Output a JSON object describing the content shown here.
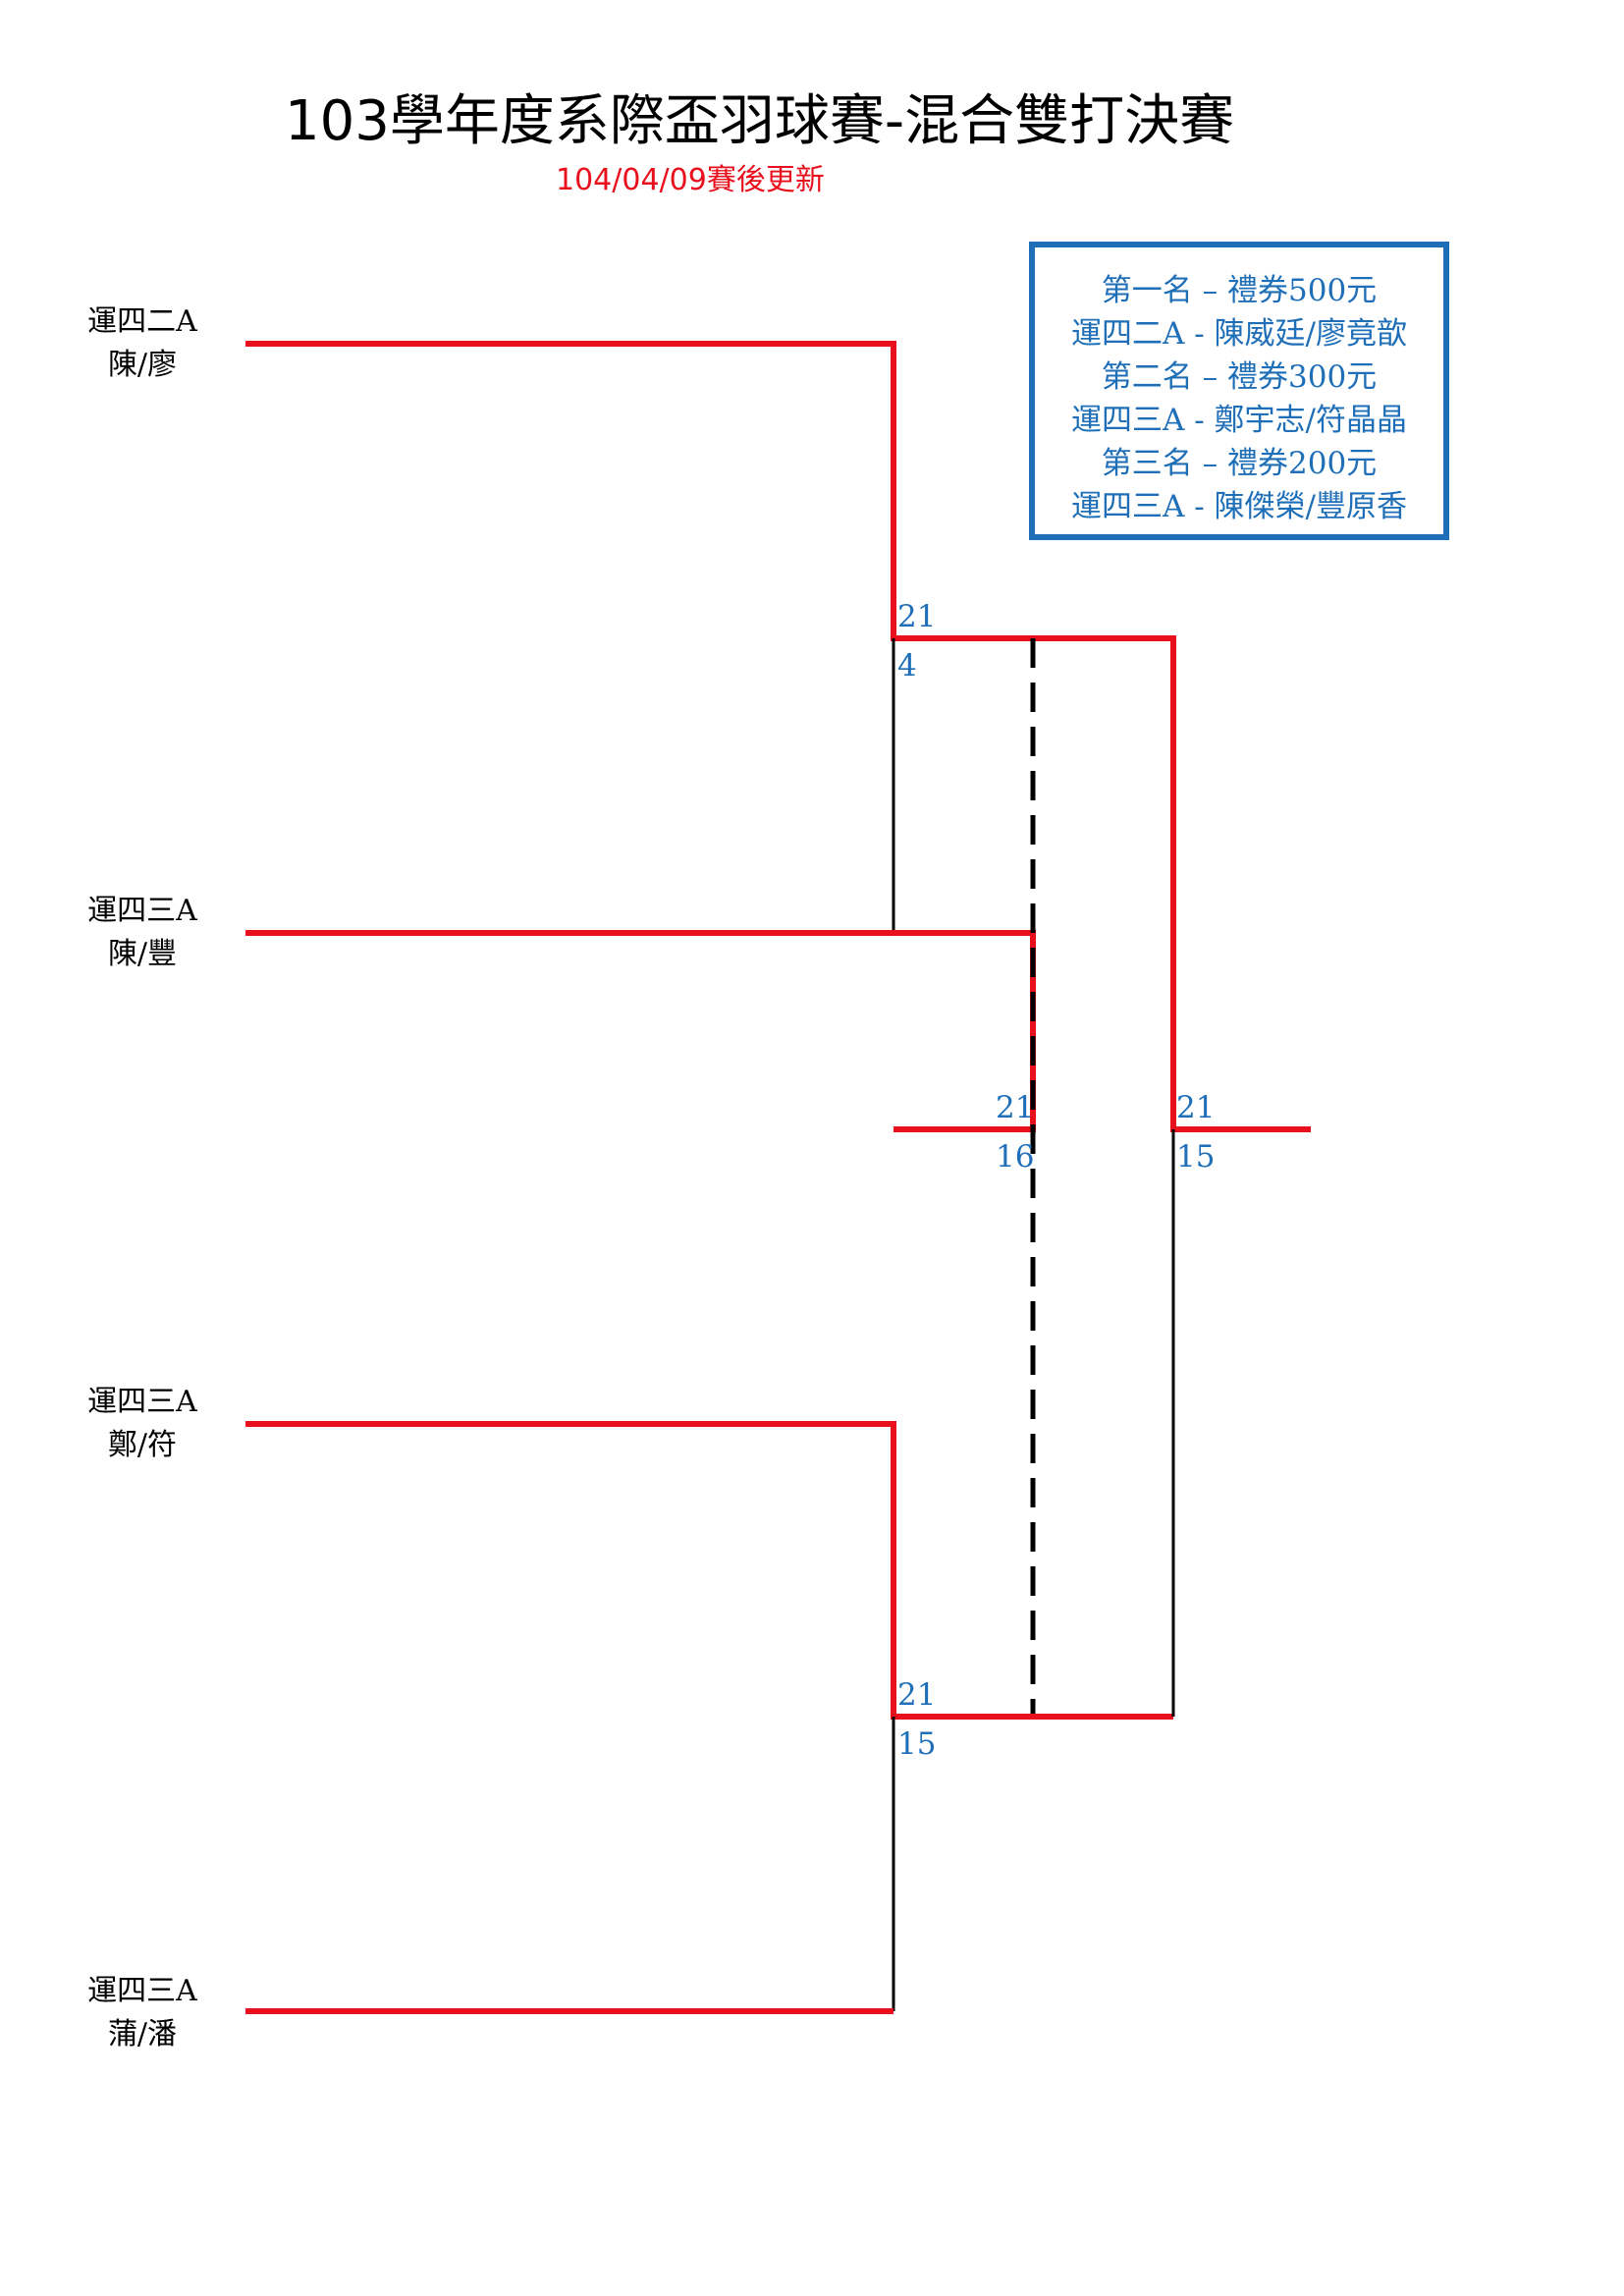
{
  "header": {
    "title": "103學年度系際盃羽球賽-混合雙打決賽",
    "subtitle": "104/04/09賽後更新"
  },
  "prizes": [
    "第一名 – 禮券500元",
    "運四二A - 陳威廷/廖竟歆",
    "第二名 – 禮券300元",
    "運四三A - 鄭宇志/符晶晶",
    "第三名 – 禮券200元",
    "運四三A - 陳傑榮/豐原香"
  ],
  "teams": [
    {
      "class": "運四二A",
      "players": "陳/廖"
    },
    {
      "class": "運四三A",
      "players": "陳/豐"
    },
    {
      "class": "運四三A",
      "players": "鄭/符"
    },
    {
      "class": "運四三A",
      "players": "蒲/潘"
    }
  ],
  "matches": {
    "semifinal_1": {
      "winner_score": "21",
      "loser_score": "4"
    },
    "semifinal_2": {
      "winner_score": "21",
      "loser_score": "15"
    },
    "third_place": {
      "winner_score": "21",
      "loser_score": "16"
    },
    "final": {
      "winner_score": "21",
      "loser_score": "15"
    }
  },
  "colors": {
    "winner_line": "#e8101c",
    "loser_line": "#000000",
    "score_text": "#1f6fb8",
    "box_border": "#1f6fb8"
  }
}
